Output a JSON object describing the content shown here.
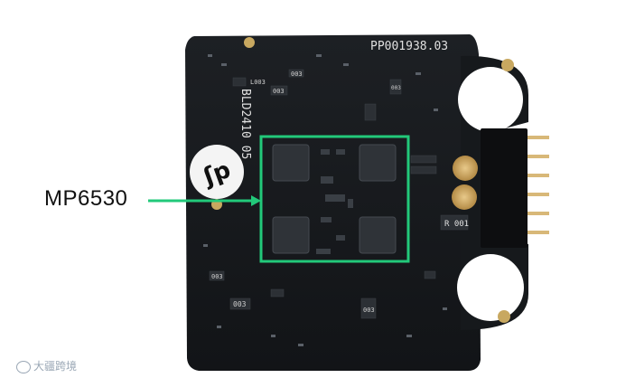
{
  "board": {
    "part_number": "PP001938.03",
    "model_mark": "BLD2410 05",
    "resistor_label": "R 001",
    "smd_labels": [
      "L003",
      "003",
      "003",
      "003",
      "003",
      "003",
      "003"
    ]
  },
  "callout": {
    "label": "MP6530",
    "highlight_color": "#22c97a"
  },
  "watermark": {
    "text": "大疆跨境"
  }
}
